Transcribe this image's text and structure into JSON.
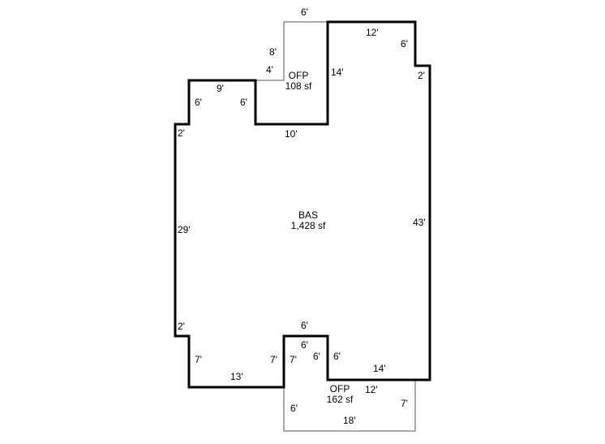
{
  "areas": {
    "bas": {
      "name": "BAS",
      "size": "1,428 sf"
    },
    "ofp_top": {
      "name": "OFP",
      "size": "108 sf"
    },
    "ofp_bottom": {
      "name": "OFP",
      "size": "162 sf"
    }
  },
  "dimensions": {
    "ofp_top_width": "6'",
    "ofp_top_left_side": "8'",
    "ofp_top_bottom_step": "4'",
    "ofp_top_right_side": "14'",
    "top_width": "12'",
    "right_notch_height": "6'",
    "right_notch_width": "2'",
    "right_side": "43'",
    "left_top_width": "9'",
    "left_top_left_side": "6'",
    "left_top_right_side": "6'",
    "inner_step_bottom": "10'",
    "left_notch_top": "2'",
    "left_side": "29'",
    "left_notch_bottom": "2'",
    "bottom_left_side": "7'",
    "bottom_left_width": "13'",
    "bottom_mid_left_side": "7'",
    "bottom_mid_inner_left": "7'",
    "bump_top_width": "6'",
    "bump_inner_top": "6'",
    "bump_inner_left": "6'",
    "bump_right_side": "6'",
    "bottom_right_width": "14'",
    "ofp_bottom_top": "12'",
    "ofp_bottom_right_side": "7'",
    "ofp_bottom_left_side": "6'",
    "ofp_bottom_width": "18'"
  },
  "colors": {
    "wall": "#000000",
    "porch_line": "#555555",
    "background": "#ffffff"
  }
}
